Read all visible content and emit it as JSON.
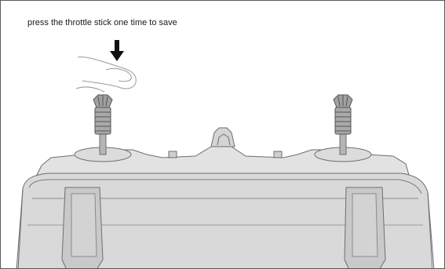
{
  "instruction": {
    "text": "press the throttle stick one time to save"
  },
  "illustration": {
    "subject": "radio transmitter with two gimbal sticks",
    "pressed_stick": "left (throttle)",
    "arrow_direction": "down"
  },
  "colors": {
    "body_fill": "#d9d9d9",
    "body_dark": "#bdbdbd",
    "outline": "#6e6e6e",
    "stick_fill": "#a9a9a9",
    "arrow": "#111111",
    "border": "#5a5a5a"
  }
}
